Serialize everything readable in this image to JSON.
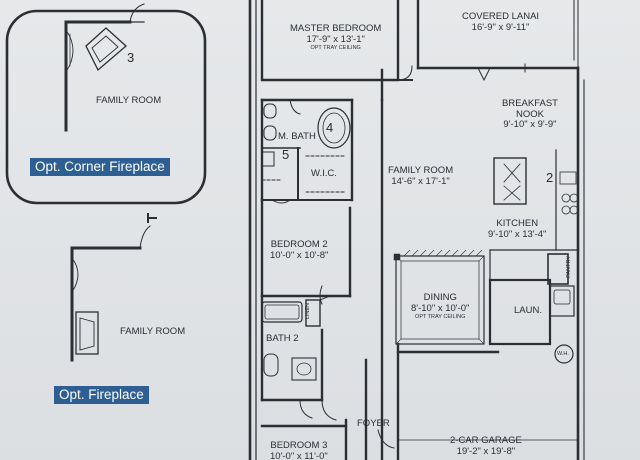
{
  "options": {
    "corner_fireplace": {
      "label": "Opt. Corner Fireplace",
      "room_name": "FAMILY ROOM",
      "marker": "3"
    },
    "fireplace": {
      "label": "Opt. Fireplace",
      "room_name": "FAMILY ROOM"
    }
  },
  "rooms": {
    "master_bedroom": {
      "name": "MASTER BEDROOM",
      "dims": "17'-9\" x 13'-1\"",
      "note": "OPT TRAY CEILING"
    },
    "covered_lanai": {
      "name": "COVERED LANAI",
      "dims": "16'-9\" x 9'-11\""
    },
    "breakfast_nook": {
      "name_line1": "BREAKFAST",
      "name_line2": "NOOK",
      "dims": "9'-10\" x 9'-9\""
    },
    "master_bath": {
      "name": "M. BATH",
      "marker_toilet": "5",
      "marker_tub": "4"
    },
    "wic": {
      "name": "W.I.C."
    },
    "family_room": {
      "name": "FAMILY ROOM",
      "dims": "14'-6\" x 17'-1\""
    },
    "kitchen": {
      "name": "KITCHEN",
      "dims": "9'-10\" x 13'-4\"",
      "marker": "2"
    },
    "bedroom2": {
      "name": "BEDROOM 2",
      "dims": "10'-0\" x 10'-8\""
    },
    "linen": {
      "name": "LINEN"
    },
    "bath2": {
      "name": "BATH 2"
    },
    "dining": {
      "name": "DINING",
      "dims": "8'-10\" x 10'-0\"",
      "note": "OPT TRAY CEILING"
    },
    "laundry": {
      "name": "LAUN."
    },
    "pantry": {
      "name": "PANTRY"
    },
    "water_heater": {
      "name": "W.H."
    },
    "foyer": {
      "name": "FOYER"
    },
    "garage": {
      "name": "2-CAR GARAGE",
      "dims": "19'-2\" x 19'-8\""
    },
    "bedroom3": {
      "name": "BEDROOM 3",
      "dims": "10'-0\" x 11'-0\""
    }
  },
  "colors": {
    "wall": "#2b2f34",
    "tag_bg": "#2d5f93",
    "tag_text": "#ffffff",
    "paper": "#e2e4e6"
  }
}
